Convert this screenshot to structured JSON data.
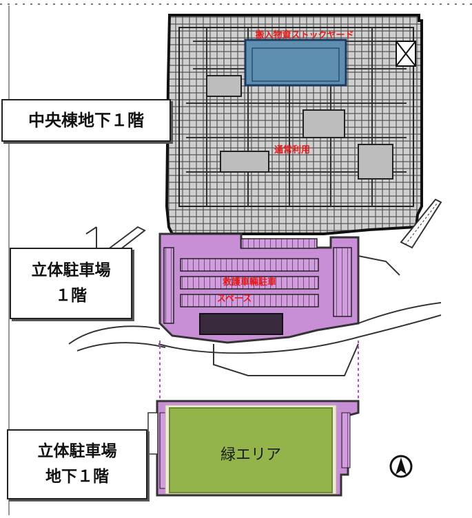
{
  "labels": {
    "central_b1": "中央棟地下１階",
    "parking_1f_line1": "立体駐車場",
    "parking_1f_line2": "１階",
    "parking_b1_line1": "立体駐車場",
    "parking_b1_line2": "地下１階"
  },
  "annotations": {
    "stockyard": "搬入物資ストックヤード",
    "normal_use": "通常利用",
    "ambulance_parking_line1": "救護車輛駐車",
    "ambulance_parking_line2": "スペース",
    "green_area": "緑エリア"
  },
  "icons": {
    "north_arrow": "north-arrow-icon"
  },
  "colors": {
    "stockyard_fill": "#5f8fb0",
    "parking_fill": "#c98fd6",
    "green_fill": "#93b44a",
    "annotation_red": "#e21c1c",
    "building_fill": "#d2d2d2"
  }
}
